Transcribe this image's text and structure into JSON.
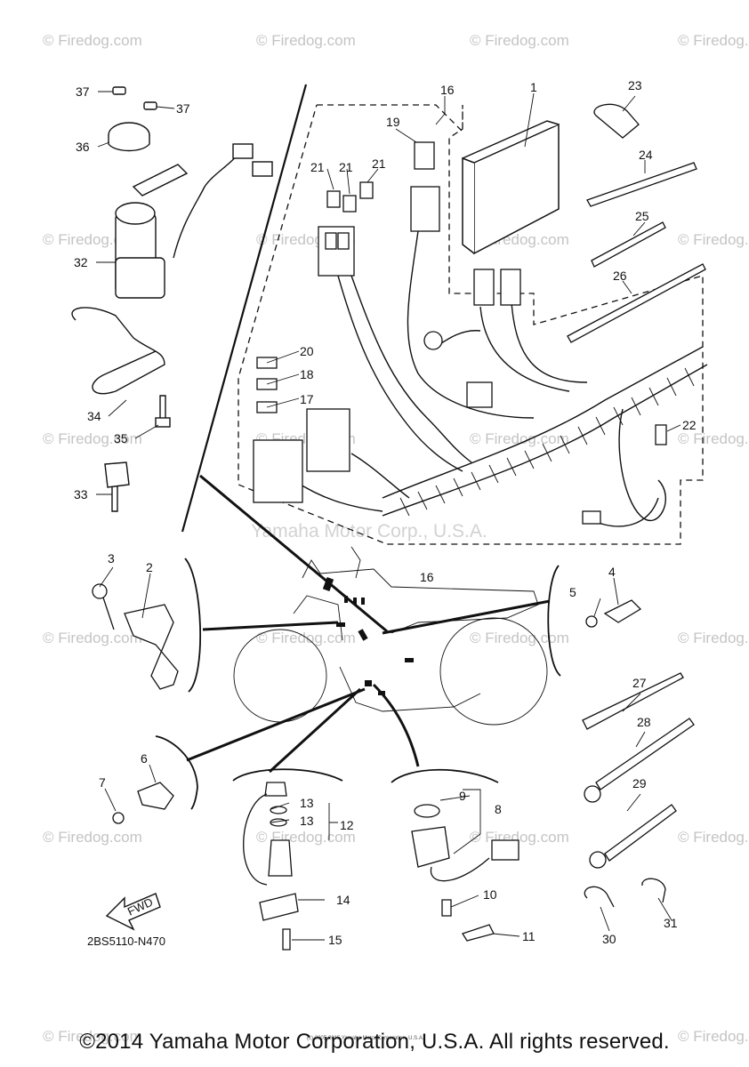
{
  "watermark": "© Firedog.com",
  "watermark_center": "Yamaha Motor Corp., U.S.A.",
  "diagram_code": "2BS5110-N470",
  "fwd_label": "FWD",
  "copyright": "©2014 Yamaha Motor Corporation, U.S.A. All rights reserved.",
  "fine_print": "(c) 2005-2015 Yamaha Motor Corporation, U.S.A.",
  "callouts": [
    "1",
    "2",
    "3",
    "4",
    "5",
    "6",
    "7",
    "8",
    "9",
    "10",
    "11",
    "12",
    "13",
    "13",
    "14",
    "15",
    "16",
    "16",
    "17",
    "18",
    "19",
    "20",
    "21",
    "21",
    "21",
    "22",
    "23",
    "24",
    "25",
    "26",
    "27",
    "28",
    "29",
    "30",
    "31",
    "32",
    "33",
    "34",
    "35",
    "36",
    "37",
    "37"
  ],
  "colors": {
    "ink": "#111111",
    "watermark": "#c4c4c4",
    "background": "#ffffff"
  }
}
